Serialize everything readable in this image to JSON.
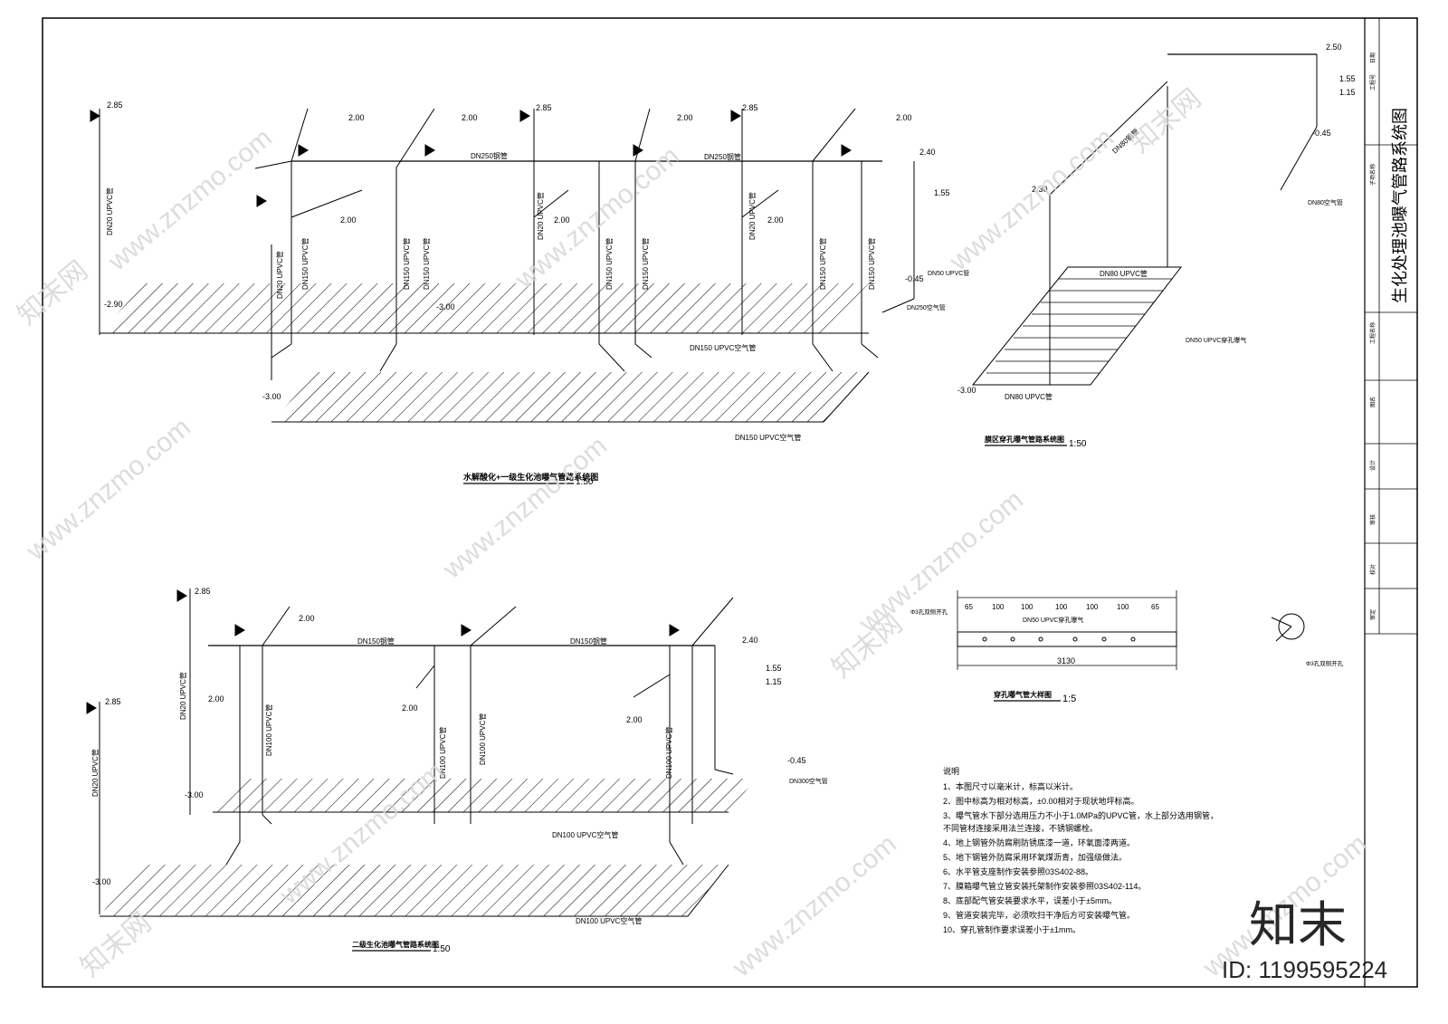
{
  "title_block": {
    "drawing_title": "生化处理池曝气管路系统图",
    "rows": [
      "工程号",
      "日期",
      "子项名称",
      "工程名称",
      "图名",
      "设计",
      "审核",
      "校对",
      "审定"
    ]
  },
  "views": {
    "hydrolysis": {
      "title": "水解酸化+一级生化池曝气管路系统图",
      "scale": "1:50"
    },
    "second_stage": {
      "title": "二级生化池曝气管路系统图",
      "scale": "1:50"
    },
    "membrane": {
      "title": "膜区穿孔曝气管路系统图",
      "scale": "1:50"
    },
    "perforated_detail": {
      "title": "穿孔曝气管大样图",
      "scale": "1:5"
    }
  },
  "pipe_labels": {
    "dn250_steel": "DN250钢管",
    "dn150_steel": "DN150钢管",
    "dn150_upvc_air": "DN150 UPVC空气管",
    "dn100_upvc_air": "DN100 UPVC空气管",
    "dn20_upvc": "DN20 UPVC管",
    "dn150_upvc": "DN150 UPVC管",
    "dn100_upvc": "DN100 UPVC管",
    "dn80_upvc": "DN80 UPVC管",
    "dn50_upvc_air": "DN50 UPVC穿孔曝气",
    "dn50_upvc": "DN50 UPVC管",
    "dn250_air": "DN250空气管",
    "dn300_air": "DN300空气管",
    "dn80_air": "DN80空气管"
  },
  "elevations": [
    "2.85",
    "2.00",
    "2.40",
    "1.55",
    "1.15",
    "-0.45",
    "-2.90",
    "-3.00",
    "2.30",
    "2.50"
  ],
  "detail": {
    "dims": [
      "65",
      "100",
      "100",
      "100",
      "100",
      "100",
      "65"
    ],
    "total": "3130",
    "hole_label": "Φ3孔双侧开孔",
    "pipe_label": "DN50 UPVC穿孔曝气"
  },
  "notes": {
    "heading": "说明",
    "items": [
      "1、本图尺寸以毫米计，标高以米计。",
      "2、图中标高为相对标高，±0.00相对于现状地坪标高。",
      "3、曝气管水下部分选用压力不小于1.0MPa的UPVC管，水上部分选用钢管，",
      "    不同管材连接采用法兰连接，不锈钢螺栓。",
      "4、地上钢管外防腐刷防锈底漆一道，环氧面漆两道。",
      "5、地下钢管外防腐采用环氧煤沥青，加强级做法。",
      "6、水平管支座制作安装参照03S402-88。",
      "7、膜箱曝气管立管安装托架制作安装参照03S402-114。",
      "8、底部配气管安装要求水平，误差小于±5mm。",
      "9、管道安装完毕，必须吹扫干净后方可安装曝气管。",
      "10、穿孔管制作要求误差小于±1mm。"
    ]
  },
  "watermark": {
    "site": "www.znzmo.com",
    "brand": "知末网",
    "logo": "知末",
    "id": "ID: 1199595224"
  }
}
